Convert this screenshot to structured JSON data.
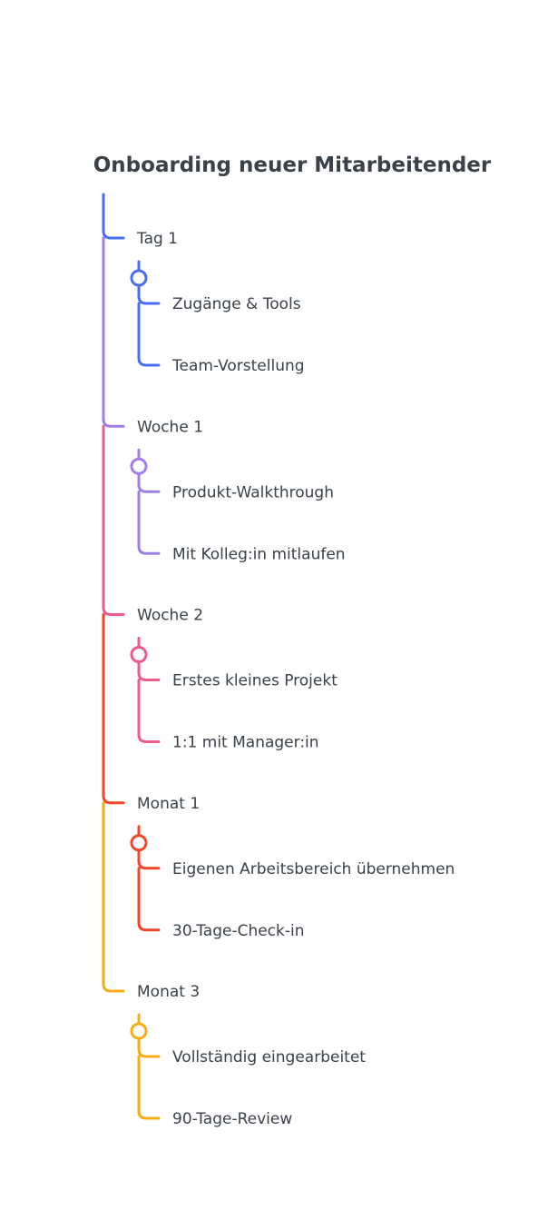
{
  "diagram": {
    "title": "Onboarding neuer Mitarbeitender",
    "branches": [
      {
        "label": "Tag 1",
        "color": "#4a6cf0",
        "items": [
          "Zugänge & Tools",
          "Team-Vorstellung"
        ]
      },
      {
        "label": "Woche 1",
        "color": "#a07ee8",
        "items": [
          "Produkt-Walkthrough",
          "Mit Kolleg:in mitlaufen"
        ]
      },
      {
        "label": "Woche 2",
        "color": "#ee5a8e",
        "items": [
          "Erstes kleines Projekt",
          "1:1 mit Manager:in"
        ]
      },
      {
        "label": "Monat 1",
        "color": "#f2452a",
        "items": [
          "Eigenen Arbeitsbereich übernehmen",
          "30-Tage-Check-in"
        ]
      },
      {
        "label": "Monat 3",
        "color": "#f7ac14",
        "items": [
          "Vollständig eingearbeitet",
          "90-Tage-Review"
        ]
      }
    ]
  }
}
